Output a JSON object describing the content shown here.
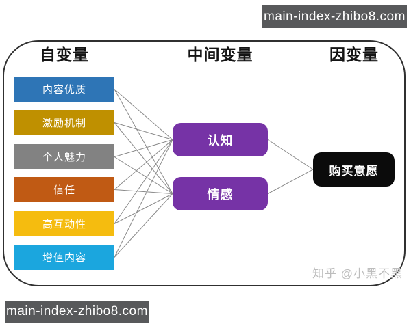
{
  "watermark": {
    "text": "main-index-zhibo8.com"
  },
  "credit": {
    "text": "知乎 @小黑不黑"
  },
  "diagram": {
    "type": "path-model",
    "line_color": "#8a8a8a",
    "columns": {
      "independent": {
        "title": "自变量"
      },
      "mediator": {
        "title": "中间变量"
      },
      "dependent": {
        "title": "因变量"
      }
    },
    "independent_vars": [
      {
        "id": "iv-0",
        "label": "内容优质",
        "color": "#2e75b6"
      },
      {
        "id": "iv-1",
        "label": "激励机制",
        "color": "#bf9000"
      },
      {
        "id": "iv-2",
        "label": "个人魅力",
        "color": "#828282"
      },
      {
        "id": "iv-3",
        "label": "信任",
        "color": "#c05a14"
      },
      {
        "id": "iv-4",
        "label": "高互动性",
        "color": "#f5bc0f"
      },
      {
        "id": "iv-5",
        "label": "增值内容",
        "color": "#1ba6de"
      }
    ],
    "mediators": [
      {
        "id": "mv-0",
        "label": "认知",
        "color": "#7633a6"
      },
      {
        "id": "mv-1",
        "label": "情感",
        "color": "#7633a6"
      }
    ],
    "dependent_vars": [
      {
        "id": "dv-0",
        "label": "购买意愿",
        "color": "#0b0b0b"
      }
    ],
    "edges": [
      {
        "from": "iv-0",
        "to": "mv-0"
      },
      {
        "from": "iv-0",
        "to": "mv-1"
      },
      {
        "from": "iv-1",
        "to": "mv-0"
      },
      {
        "from": "iv-1",
        "to": "mv-1"
      },
      {
        "from": "iv-2",
        "to": "mv-0"
      },
      {
        "from": "iv-2",
        "to": "mv-1"
      },
      {
        "from": "iv-3",
        "to": "mv-0"
      },
      {
        "from": "iv-3",
        "to": "mv-1"
      },
      {
        "from": "iv-4",
        "to": "mv-0"
      },
      {
        "from": "iv-4",
        "to": "mv-1"
      },
      {
        "from": "iv-5",
        "to": "mv-0"
      },
      {
        "from": "iv-5",
        "to": "mv-1"
      },
      {
        "from": "mv-0",
        "to": "dv-0"
      },
      {
        "from": "mv-1",
        "to": "dv-0"
      }
    ]
  }
}
